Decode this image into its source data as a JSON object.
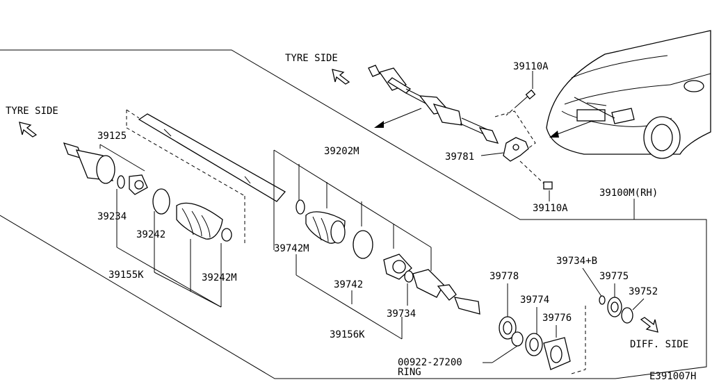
{
  "labels": {
    "tyre_side_top": "TYRE SIDE",
    "tyre_side_left": "TYRE SIDE",
    "diff_side": "DIFF. SIDE",
    "p39110a_top": "39110A",
    "p39110a_bottom": "39110A",
    "p39781": "39781",
    "p39100m": "39100M(RH)",
    "p39125": "39125",
    "p39234": "39234",
    "p39242": "39242",
    "p39155k": "39155K",
    "p39242m": "39242M",
    "p39202m": "39202M",
    "p39742m": "39742M",
    "p39742": "39742",
    "p39734": "39734",
    "p39156k": "39156K",
    "p39778": "39778",
    "p39774": "39774",
    "p39776": "39776",
    "p39734b": "39734+B",
    "p39775": "39775",
    "p39752": "39752",
    "p00922": "00922-27200",
    "ring": "RING",
    "diagram_code": "E391007H"
  }
}
